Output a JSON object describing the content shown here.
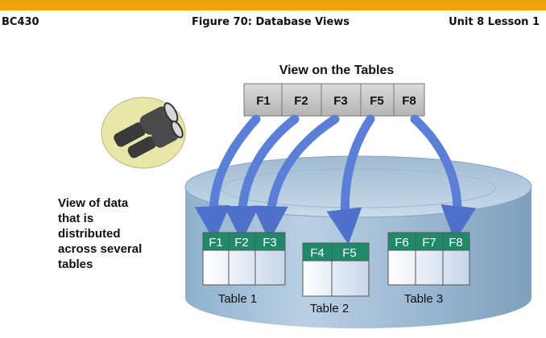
{
  "header": {
    "left": "BC430",
    "center": "Figure 70: Database Views",
    "right": "Unit 8 Lesson 1"
  },
  "view": {
    "title": "View on the Tables",
    "fields": [
      "F1",
      "F2",
      "F3",
      "F5",
      "F8"
    ]
  },
  "side_text": [
    "View of data",
    "that is",
    "distributed",
    "across several",
    "tables"
  ],
  "tables": [
    {
      "label": "Table 1",
      "fields": [
        "F1",
        "F2",
        "F3"
      ]
    },
    {
      "label": "Table 2",
      "fields": [
        "F4",
        "F5"
      ]
    },
    {
      "label": "Table 3",
      "fields": [
        "F6",
        "F7",
        "F8"
      ]
    }
  ],
  "colors": {
    "accent_bar": "#f0a30a",
    "arrow": "#5b7fd6",
    "table_header": "#1e8a6a",
    "view_cell": "#c8c8c8",
    "cylinder": "#a9c3da"
  },
  "icons": [
    "binoculars-icon"
  ]
}
